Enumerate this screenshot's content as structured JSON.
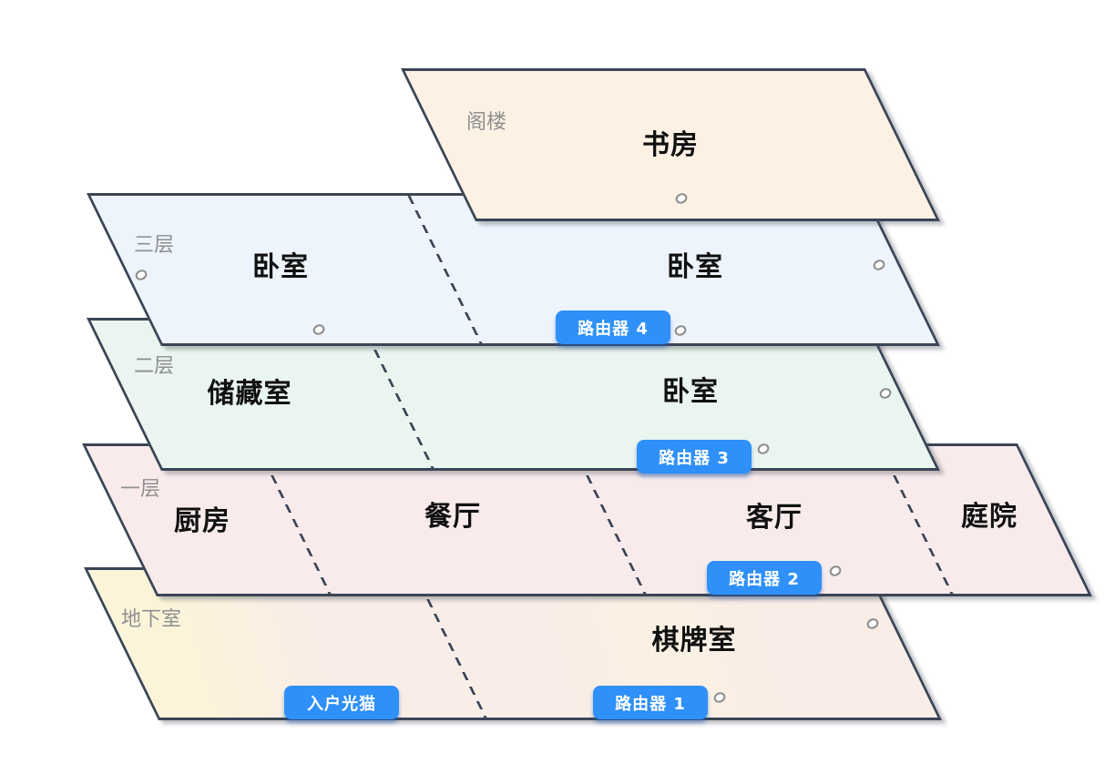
{
  "floors": {
    "attic": {
      "label": "阁楼",
      "rooms": {
        "study": "书房"
      }
    },
    "third_floor": {
      "label": "三层",
      "rooms": {
        "bedroom_left": "卧室",
        "bedroom_right": "卧室"
      }
    },
    "second_floor": {
      "label": "二层",
      "rooms": {
        "storage": "储藏室",
        "bedroom": "卧室"
      }
    },
    "first_floor": {
      "label": "一层",
      "rooms": {
        "kitchen": "厨房",
        "dining": "餐厅",
        "living": "客厅",
        "courtyard": "庭院"
      }
    },
    "basement": {
      "label": "地下室",
      "rooms": {
        "game_room": "棋牌室"
      }
    }
  },
  "devices": {
    "modem": "入户光猫",
    "router1": "路由器 1",
    "router2": "路由器 2",
    "router3": "路由器 3",
    "router4": "路由器 4"
  },
  "icons": {
    "port": "port-marker-ellipse"
  },
  "colors": {
    "outline": "#3a4556",
    "badge_blue": "#2e90f8",
    "attic_fill": "#fdf1e4",
    "third_floor_fill": "#edf4fc",
    "second_floor_fill": "#e9f5ee",
    "first_floor_fill": "#f9ebec",
    "basement_fill_corner": "#fbf4d9",
    "basement_fill_main": "#f9ede7",
    "floor_label_gray": "#8f8f8f"
  }
}
